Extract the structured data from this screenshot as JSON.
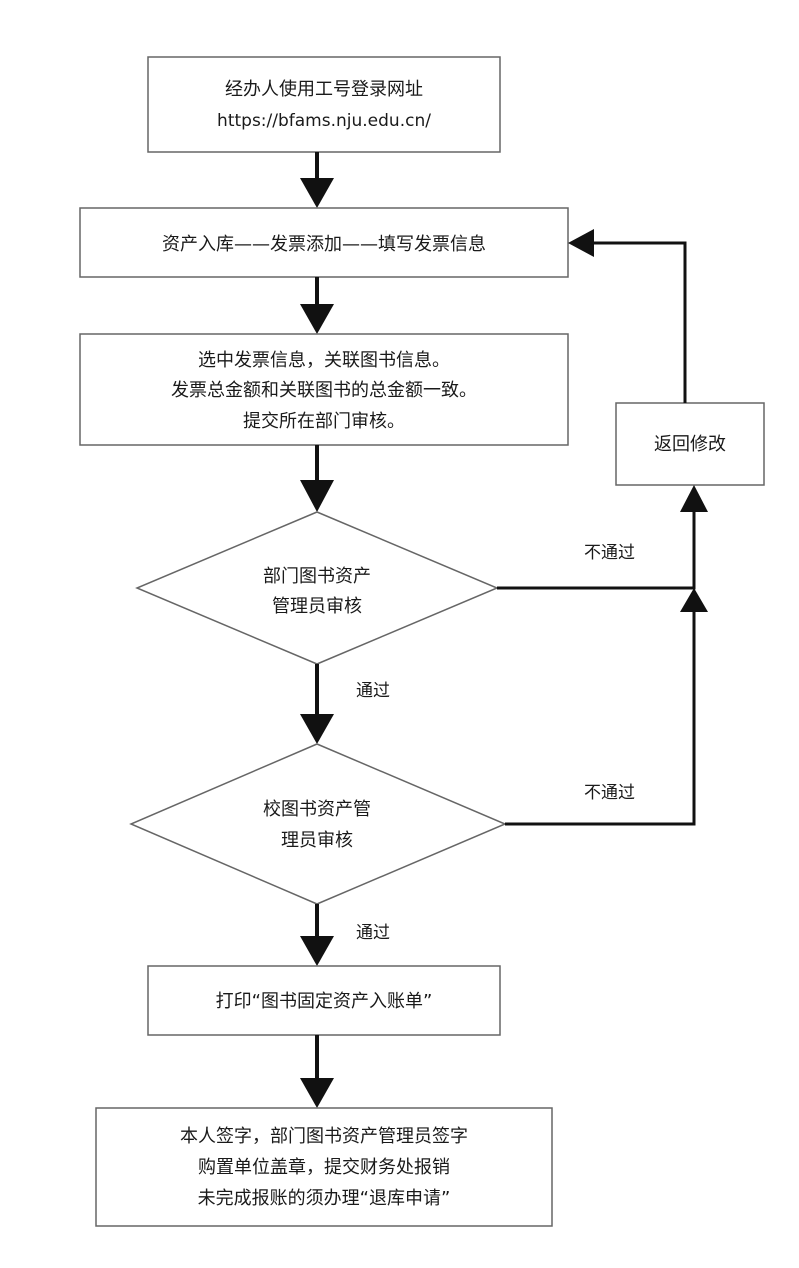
{
  "steps": {
    "login": {
      "line1": "经办人使用工号登录网址",
      "line2": "https://bfams.nju.edu.cn/"
    },
    "add_invoice": {
      "text": "资产入库——发票添加——填写发票信息"
    },
    "link_books": {
      "line1": "选中发票信息，关联图书信息。",
      "line2": "发票总金额和关联图书的总金额一致。",
      "line3": "提交所在部门审核。"
    },
    "dept_review": {
      "line1": "部门图书资产",
      "line2": "管理员审核"
    },
    "school_review": {
      "line1": "校图书资产管",
      "line2": "理员审核"
    },
    "print_form": {
      "text": "打印“图书固定资产入账单”"
    },
    "final": {
      "line1": "本人签字，部门图书资产管理员签字",
      "line2": "购置单位盖章，提交财务处报销",
      "line3": "未完成报账的须办理“退库申请”"
    },
    "return_modify": {
      "text": "返回修改"
    }
  },
  "edge_labels": {
    "dept_reject": "不通过",
    "dept_pass": "通过",
    "school_reject": "不通过",
    "school_pass": "通过"
  }
}
